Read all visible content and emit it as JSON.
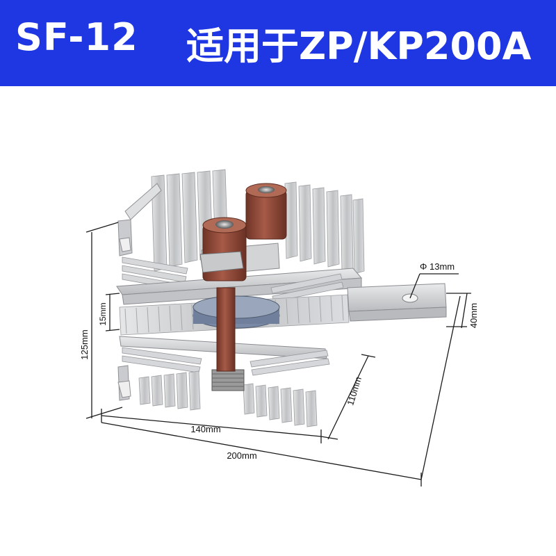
{
  "banner": {
    "model": "SF-12",
    "description": "适用于ZP/KP200A",
    "background": "#1f36e3",
    "text_color": "#ffffff"
  },
  "product": {
    "kind": "heatsink-assembly",
    "fin_color": "#cfd1d3",
    "insulator_color": "#8f4a39"
  },
  "dimensions": {
    "hole_diameter": "Φ 13mm",
    "height": "125mm",
    "gap": "15mm",
    "tab_height": "40mm",
    "depth": "110mm",
    "width": "140mm",
    "total_length": "200mm"
  }
}
